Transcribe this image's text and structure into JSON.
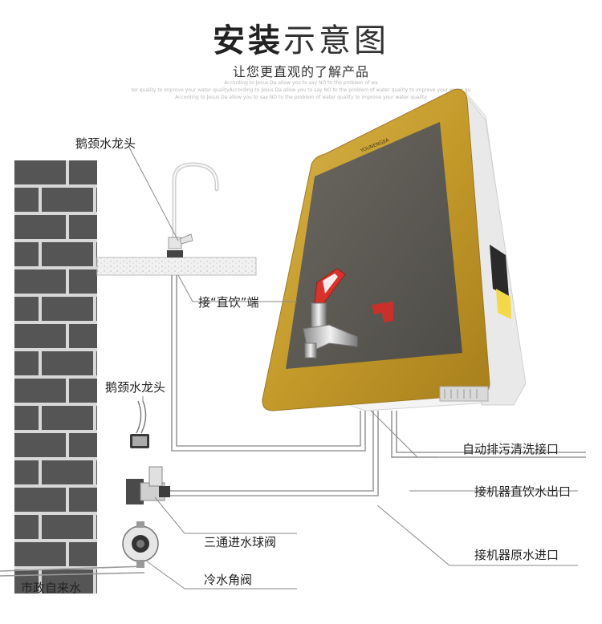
{
  "title": {
    "part1": "安装",
    "part2": "示意图"
  },
  "subtitle": "让您更直观的了解产品",
  "english_lines": [
    "According to Jesus Da allow you to say NO to the problem of wa",
    "ter quality to improve your water qualityAccording to Jesus Da allow you to say NO to the problem of water quality to improve your water qu",
    "According to Jesus Da allow you to say NO to the problem of water quality to improve your water quality"
  ],
  "labels": {
    "gooseneck_top": "鹅颈水龙头",
    "direct_drink": "接“直饮”端",
    "gooseneck_mid": "鹅颈水龙头",
    "auto_drain": "自动排污清洗接口",
    "machine_direct_out": "接机器直饮水出口",
    "machine_raw_in": "接机器原水进口",
    "three_way_valve": "三通进水球阀",
    "cold_angle_valve": "冷水角阀",
    "municipal_water": "市政自来水"
  },
  "device_brand_text": "YOUNENGJIA",
  "colors": {
    "brick": "#555555",
    "mortar": "#dcdcdc",
    "gold_frame": "#c9a233",
    "dark_panel": "#5c5a54",
    "device_body": "#f4f4f4",
    "red_handle": "#d8322c",
    "pipe": "#9a9a9a",
    "leader_line": "#8a8a8a"
  },
  "icons": [
    "brick-wall",
    "gooseneck-faucet",
    "countertop",
    "water-heater",
    "red-tap",
    "ball-valve",
    "angle-valve",
    "hose"
  ]
}
